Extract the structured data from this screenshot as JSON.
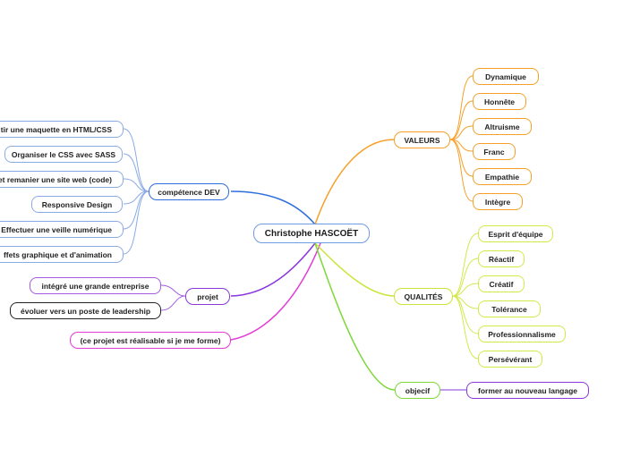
{
  "central": "Christophe HASCOËT",
  "branches": {
    "competence": {
      "label": "compétence DEV",
      "items": [
        "tir une maquette en HTML/CSS",
        "Organiser le CSS avec SASS",
        "et remanier une site web (code)",
        "Responsive Design",
        "Effectuer une veille numérique",
        "ffets graphique et d'animation"
      ]
    },
    "projet": {
      "label": "projet",
      "items": [
        "intégré une grande entreprise",
        "évoluer vers un poste de leadership"
      ]
    },
    "condition": {
      "label": "(ce projet est réalisable si je me forme)"
    },
    "valeurs": {
      "label": "VALEURS",
      "items": [
        "Dynamique",
        "Honnête",
        "Altruisme",
        "Franc",
        "Empathie",
        "Intègre"
      ]
    },
    "qualites": {
      "label": "QUALITÉS",
      "items": [
        "Esprit d'équipe",
        "Réactif",
        "Créatif",
        "Tolérance",
        "Professionnalisme",
        "Persévérant"
      ]
    },
    "objectif": {
      "label": "objecif",
      "items": [
        "former au nouveau langage"
      ]
    }
  },
  "colors": {
    "competence": "#2e6fdd",
    "competence_leaf": "#8aaae6",
    "projet": "#8a38dc",
    "condition": "#e23ad8",
    "valeurs": "#f5a02a",
    "qualites": "#cde33a",
    "objectif": "#7dd83a"
  }
}
